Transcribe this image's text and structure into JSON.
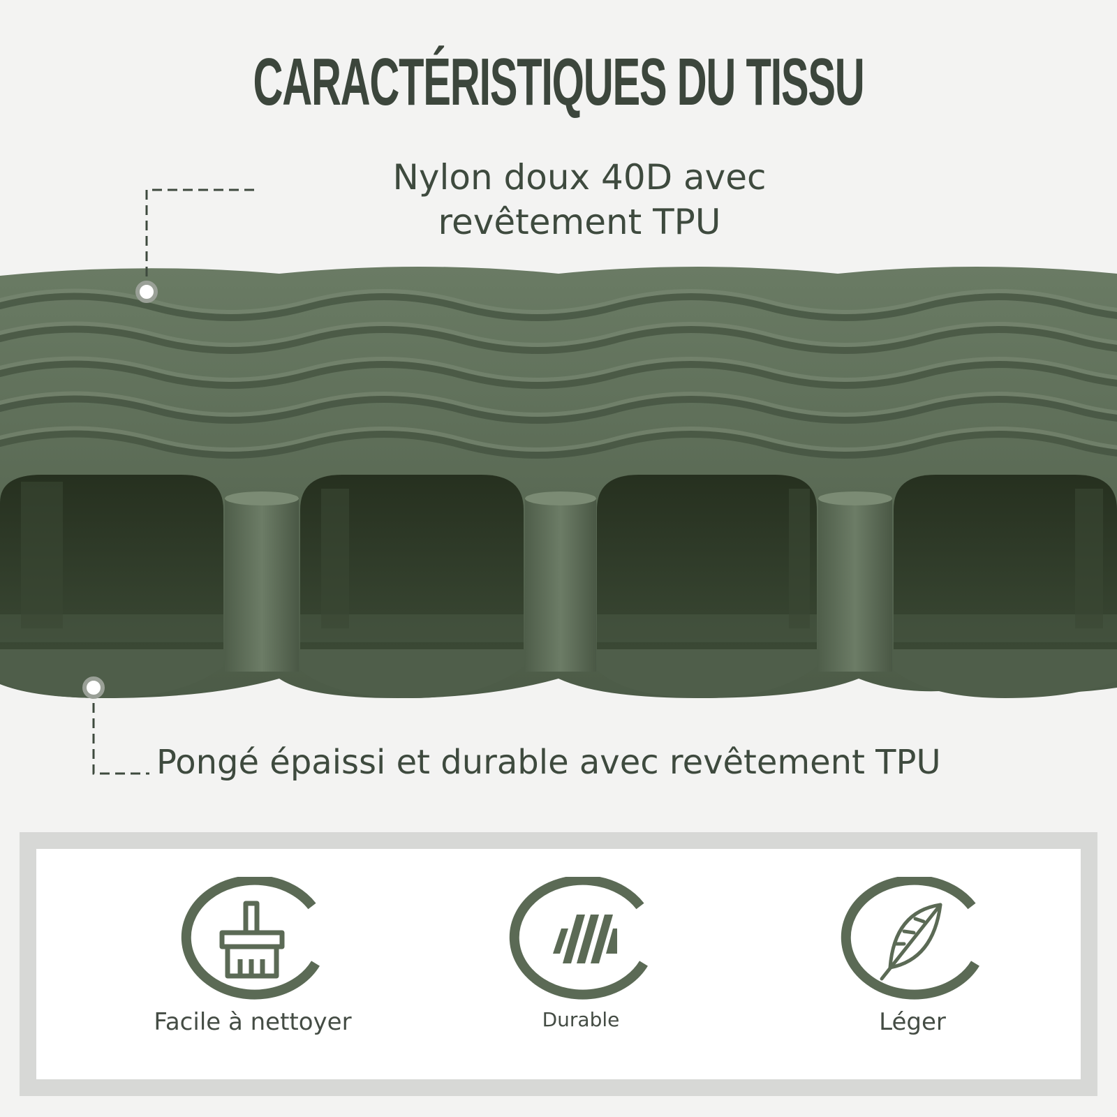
{
  "title": "CARACTÉRISTIQUES DU TISSU",
  "top_layer_label_line1": "Nylon doux 40D avec",
  "top_layer_label_line2": "revêtement TPU",
  "bottom_layer_label": "Pongé épaissi et durable avec revêtement TPU",
  "features": [
    {
      "label": "Facile à nettoyer",
      "icon": "broom-icon"
    },
    {
      "label": "Durable",
      "icon": "stripes-icon"
    },
    {
      "label": "Léger",
      "icon": "feather-icon"
    }
  ],
  "colors": {
    "mat_green": "#55664f",
    "icon_green": "#5b6a55",
    "panel_border": "#d7d8d6",
    "background": "#f3f3f2"
  }
}
